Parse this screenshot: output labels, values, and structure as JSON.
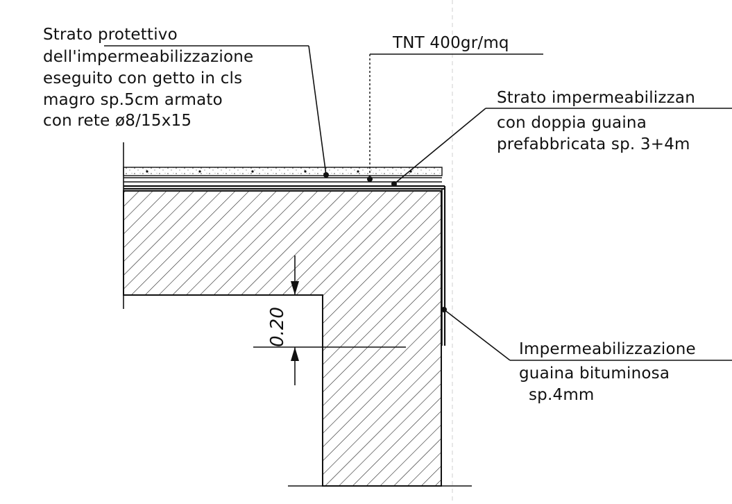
{
  "labels": {
    "protective_layer": [
      "Strato protettivo",
      "dell'impermeabilizzazione",
      "eseguito con getto in cls",
      "magro sp.5cm armato",
      "con rete ø8/15x15"
    ],
    "tnt": "TNT 400gr/mq",
    "waterproof_layer": [
      "Strato impermeabilizzan",
      "con doppia guaina",
      "prefabbricata sp. 3+4m"
    ],
    "bitumen_membrane": [
      "Impermeabilizzazione",
      "guaina bituminosa",
      "sp.4mm"
    ]
  },
  "dimension": {
    "value": "0.20"
  },
  "colors": {
    "ink": "#111111",
    "paper": "#ffffff",
    "guide": "#cfcfcf"
  }
}
